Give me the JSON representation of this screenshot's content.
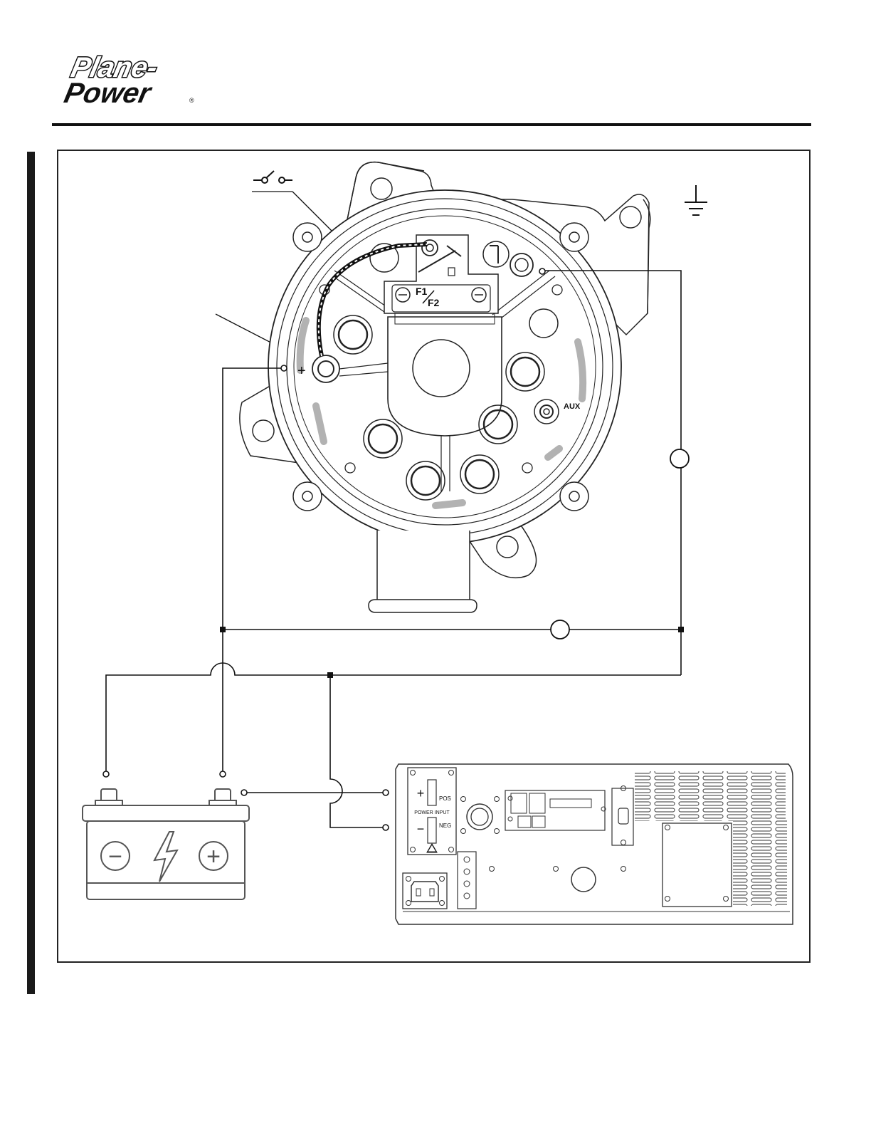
{
  "header": {
    "brand_line1": "Plane-",
    "brand_line2": "Power",
    "registered": "®"
  },
  "alternator": {
    "field_label_1": "F1",
    "field_label_2": "F2",
    "positive_label": "+",
    "aux_label": "AUX"
  },
  "battery": {
    "minus_symbol": "−",
    "plus_symbol": "+"
  },
  "power_supply": {
    "pos_label": "POS",
    "neg_label": "NEG",
    "power_input_label": "POWER INPUT",
    "plus_symbol": "+",
    "minus_symbol": "−"
  },
  "icons": [
    "switch-symbol-icon",
    "ground-symbol-icon",
    "lightning-icon",
    "warning-icon"
  ]
}
